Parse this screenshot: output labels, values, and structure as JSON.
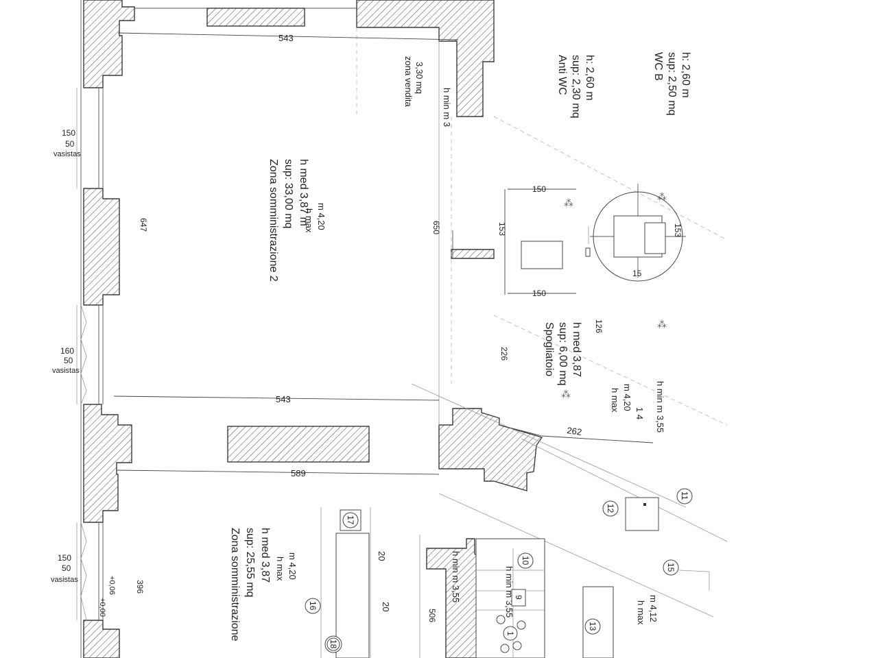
{
  "rooms": {
    "wc_b": {
      "name": "WC B",
      "sup": "sup: 2,50 mq",
      "h": "h: 2,60 m"
    },
    "anti_wc": {
      "name": "Anti WC",
      "sup": "sup: 2,30 mq",
      "h": "h: 2,60 m"
    },
    "zona_vendita": {
      "name": "zona vendita",
      "area": "3,30 mq"
    },
    "zona2": {
      "name": "Zona somministrazione 2",
      "sup": "sup: 33,00 mq",
      "h": "h med 3,87 m"
    },
    "zona1": {
      "name": "Zona somministrazione",
      "sup": "sup: 25,55 mq",
      "h": "h med 3,87"
    },
    "spogliatoio": {
      "name": "Spogliatoio",
      "sup": "sup: 6,00 mq",
      "h": "h med 3,87"
    }
  },
  "heights": {
    "hmin3": "h min m 3",
    "hmax_zona2": [
      "h max",
      "m 4,20"
    ],
    "hmax_spogl": [
      "h max",
      "m 4,20"
    ],
    "hmin355_a": "h min m 3,55",
    "hmax_zona1": [
      "h max",
      "m 4,20"
    ],
    "hmin355_b": "h min m 3,55",
    "hmin355_c": "h min m 3,55",
    "hmax412": [
      "h max",
      "m 4,12"
    ],
    "one_four": "1 4"
  },
  "dimensions": {
    "d543_top": "543",
    "d543_mid": "543",
    "d589": "589",
    "d647": "647",
    "d650": "650",
    "d150_a": "150",
    "d153_a": "153",
    "d150_b": "150",
    "d153_b": "153",
    "d15": "15",
    "d126": "126",
    "d226": "226",
    "d262": "262",
    "d396": "396",
    "d506": "506"
  },
  "windows": [
    {
      "w": "150",
      "h": "50",
      "label": "vasistas"
    },
    {
      "w": "160",
      "h": "50",
      "label": "vasistas"
    },
    {
      "w": "150",
      "h": "50",
      "label": "vasistas"
    }
  ],
  "levels": [
    "+0,06",
    "+0,00"
  ],
  "numbered_items": [
    "17",
    "20",
    "20",
    "16",
    "18",
    "10",
    "9",
    "1",
    "11",
    "12",
    "15",
    "13"
  ],
  "colors": {
    "line": "#3a3a3a",
    "hatch": "#555555",
    "background": "#ffffff"
  }
}
